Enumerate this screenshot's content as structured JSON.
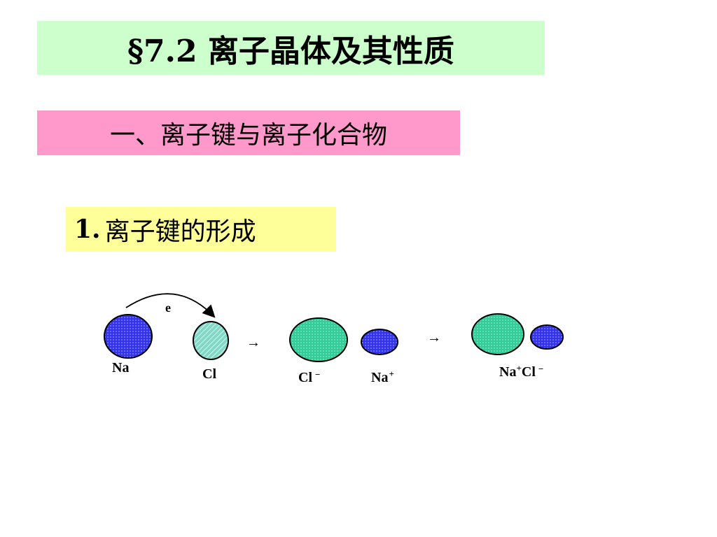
{
  "title": "§7.2  离子晶体及其性质",
  "section": "一、离子键与离子化合物",
  "subsection": {
    "number": "1.",
    "text": "离子键的形成"
  },
  "diagram": {
    "electron_label": "e",
    "arrow_symbol": "→",
    "labels": {
      "na": "Na",
      "cl": "Cl",
      "cl_ion": "Cl",
      "cl_ion_charge": "−",
      "na_ion": "Na",
      "na_ion_charge": "+",
      "pair_na": "Na",
      "pair_na_charge": "+",
      "pair_cl": "Cl",
      "pair_cl_charge": "−"
    },
    "colors": {
      "sodium": "#3333ee",
      "chlorine": "#33cc99",
      "chlorine_atom": "#66ccbb",
      "outline": "#000000"
    }
  }
}
